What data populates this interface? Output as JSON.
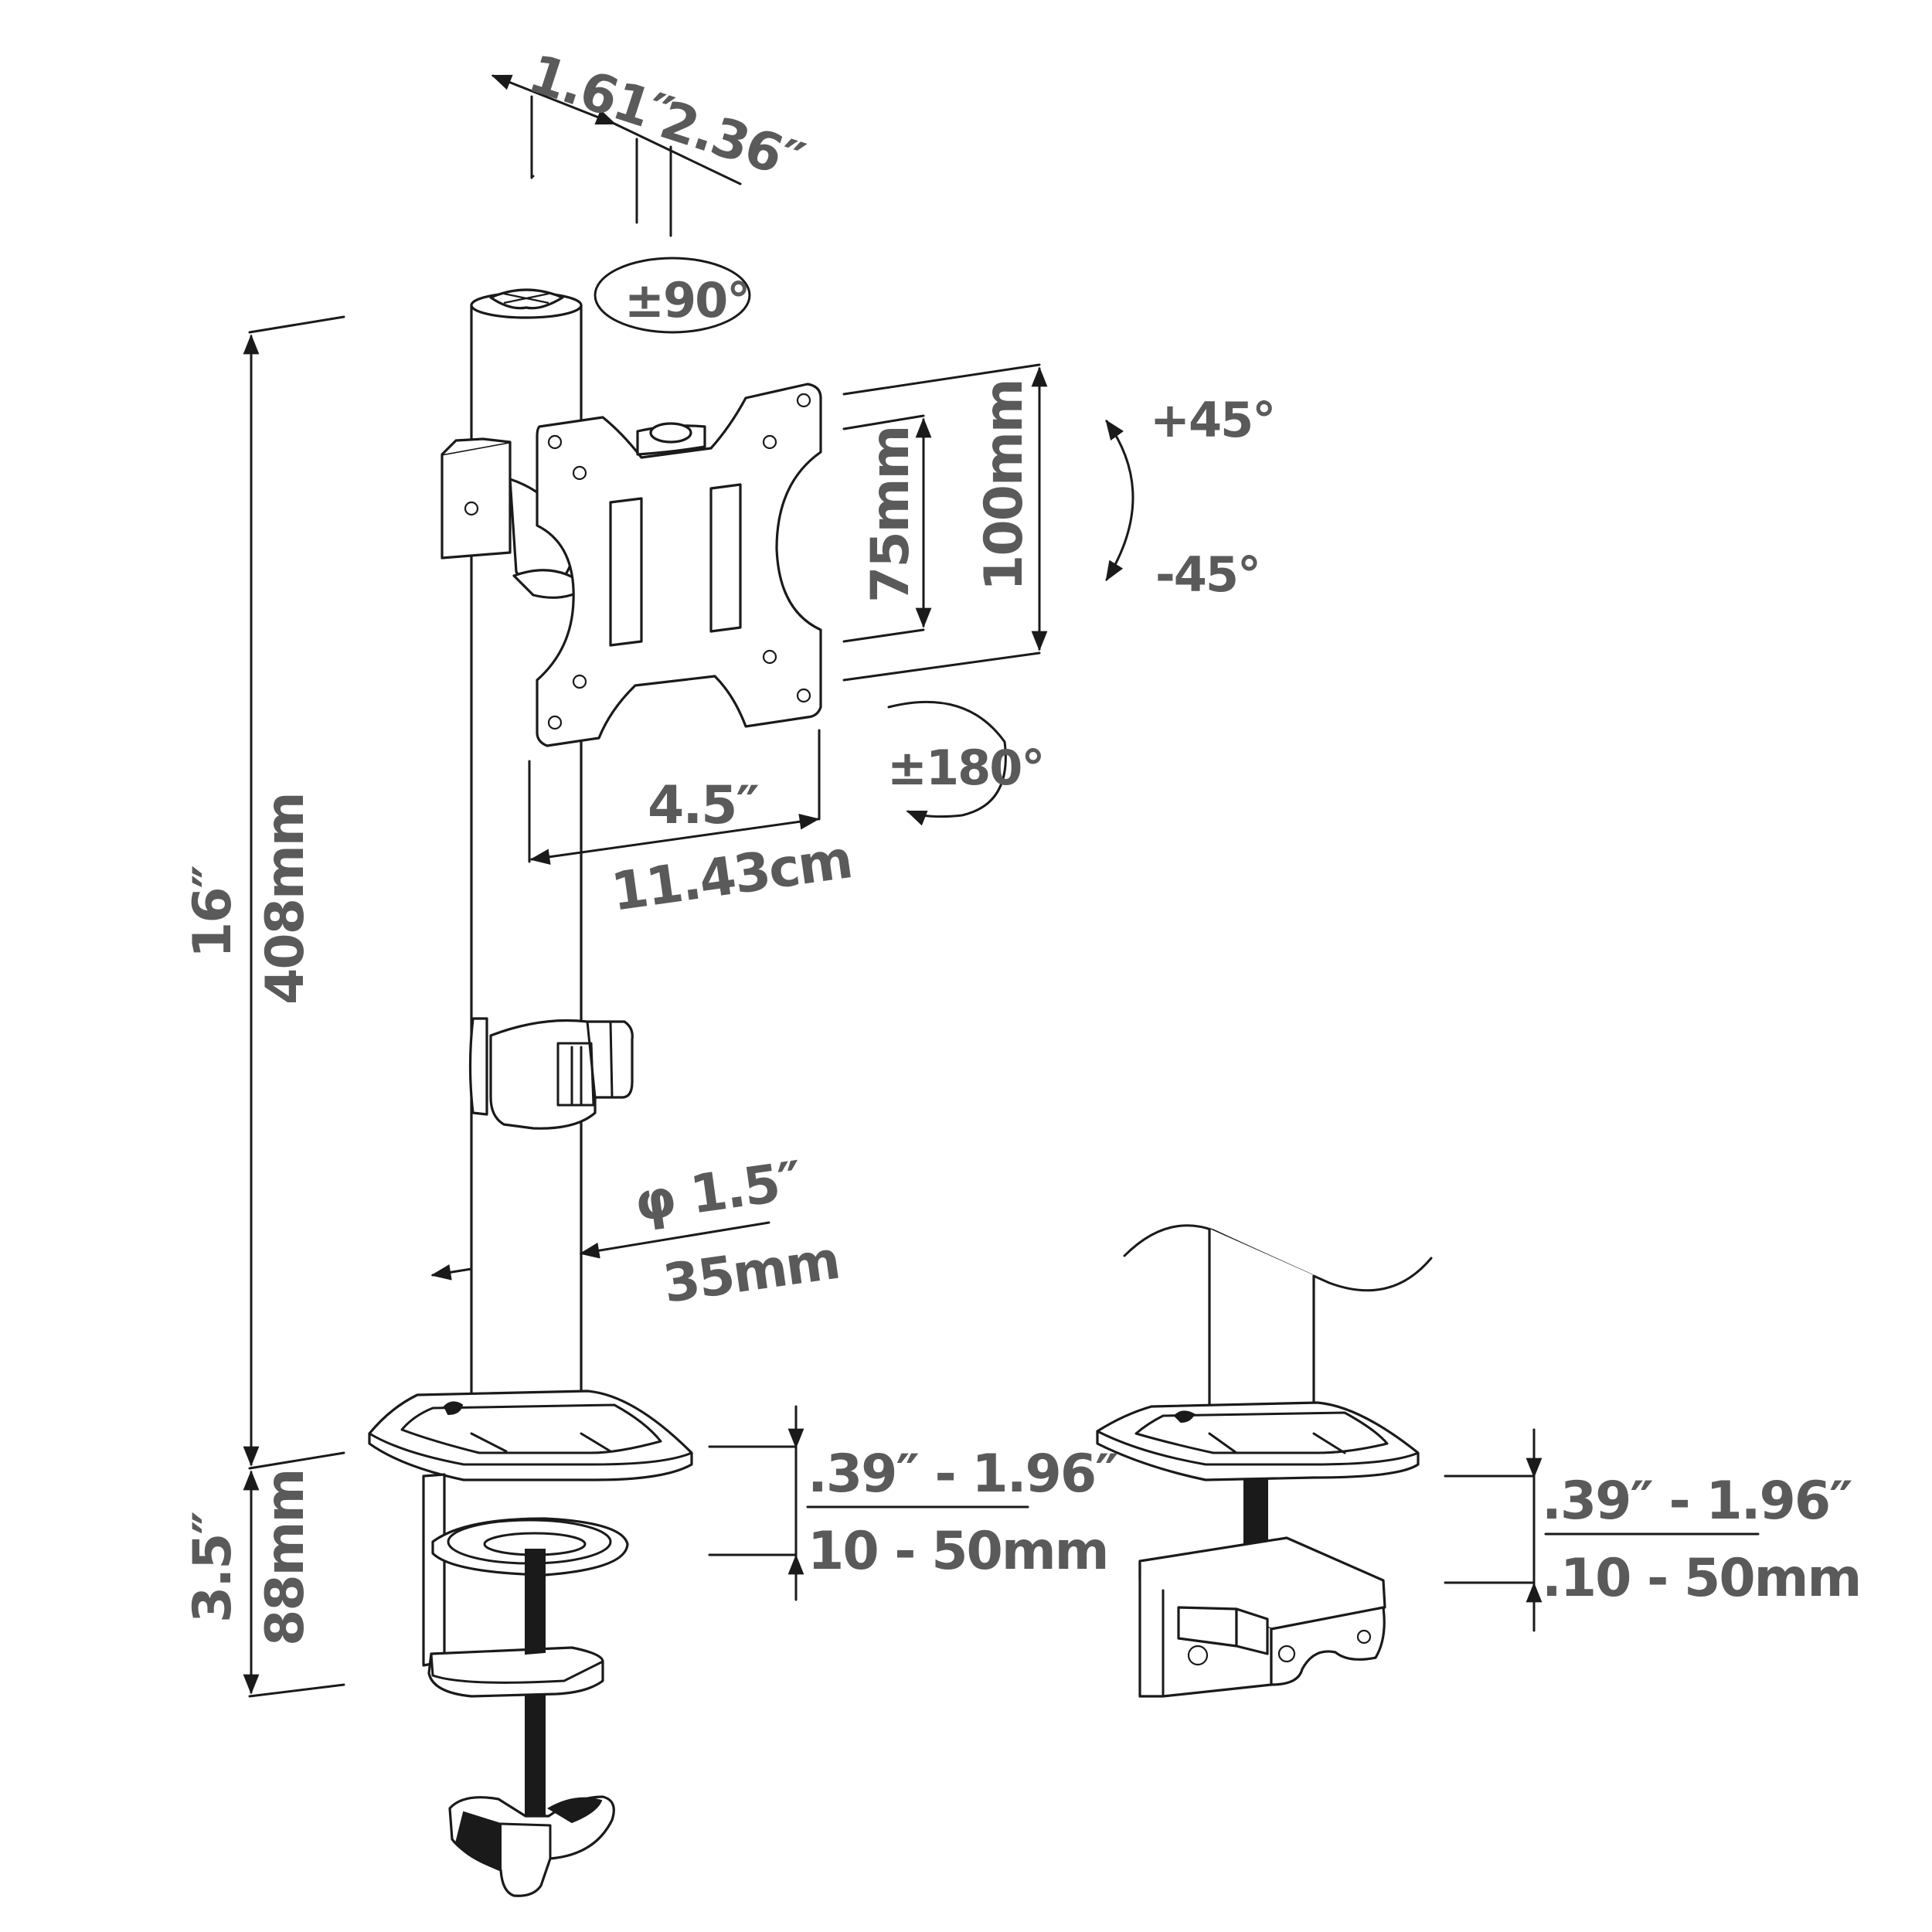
{
  "dimensions": {
    "offset_a": "1.61″",
    "offset_b": "2.36″",
    "swivel": "±90°",
    "tilt_up": "+45°",
    "tilt_down": "-45°",
    "rotation": "±180°",
    "vesa_small": "75mm",
    "vesa_large": "100mm",
    "plate_width_in": "4.5″",
    "plate_width_cm": "11.43cm",
    "pole_height_in": "16″",
    "pole_height_mm": "408mm",
    "pole_diameter_in": "φ 1.5″",
    "pole_diameter_mm": "35mm",
    "clamp_height_in": "3.5″",
    "clamp_height_mm": "88mm",
    "desk_thickness_in_left": ".39″ - 1.96″",
    "desk_thickness_mm_left": "10 - 50mm",
    "desk_thickness_in_right": ".39″ - 1.96″",
    "desk_thickness_mm_right": ".10 - 50mm"
  },
  "colors": {
    "line": "#1a1a1a",
    "dimension_text": "#5a5a5a",
    "background": "#ffffff"
  }
}
